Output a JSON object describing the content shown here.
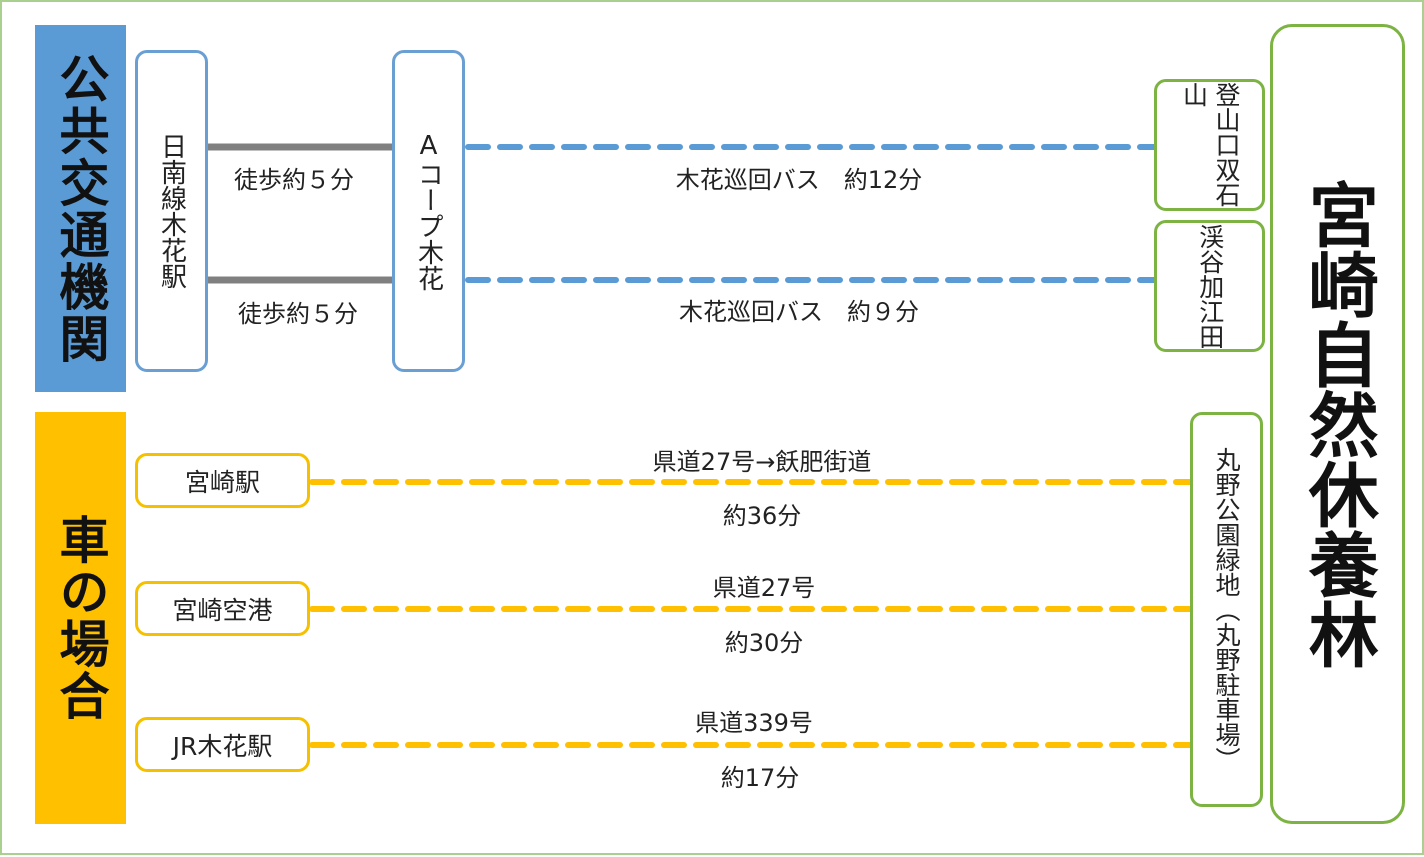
{
  "colors": {
    "public_bar": "#5b9bd5",
    "car_bar": "#ffc000",
    "walk_line": "#808080",
    "bus_line": "#5b9bd5",
    "car_line": "#ffc000",
    "frame": "#a9d08e"
  },
  "sections": {
    "public": "公共交通機関",
    "car": "車の場合"
  },
  "nodes": {
    "station": "日南線木花駅",
    "acoop": "Aコープ木花",
    "entrance_futaishi": "登山口双石山",
    "entrance_keiya": "渓谷加江田",
    "maruno": "丸野公園緑地（丸野駐車場）",
    "destination": "宮崎自然休養林",
    "origin_miyazaki": "宮崎駅",
    "origin_airport": "宮崎空港",
    "origin_jr": "JR木花駅"
  },
  "routes": {
    "walk1": "徒歩約５分",
    "walk2": "徒歩約５分",
    "bus1": "木花巡回バス　約12分",
    "bus2": "木花巡回バス　約９分",
    "car1_road": "県道27号→飫肥街道",
    "car1_time": "約36分",
    "car2_road": "県道27号",
    "car2_time": "約30分",
    "car3_road": "県道339号",
    "car3_time": "約17分"
  }
}
